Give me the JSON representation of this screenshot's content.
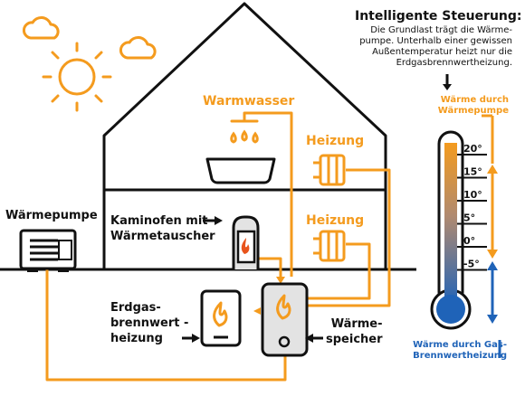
{
  "header": {
    "title": "Intelligente Steuerung:",
    "lines": [
      "Die Grundlast trägt die Wärme-",
      "pumpe. Unterhalb einer gewissen",
      "Außentemperatur heizt nur die",
      "Erdgasbrennwertheizung."
    ]
  },
  "labels": {
    "warmwasser": "Warmwasser",
    "heizung_oben": "Heizung",
    "heizung_unten": "Heizung",
    "waermepumpe": "Wärmepumpe",
    "kaminofen": [
      "Kaminofen mit",
      "Wärmetauscher"
    ],
    "erdgas": [
      "Erdgas-",
      "brennwert -",
      "heizung"
    ],
    "speicher": [
      "Wärme-",
      "speicher"
    ],
    "waerme_wp": [
      "Wärme durch",
      "Wärmepumpe"
    ],
    "waerme_gas": [
      "Wärme durch Gas-",
      "Brennwertheizung"
    ]
  },
  "thermometer": {
    "scale": [
      "20°",
      "15°",
      "10°",
      "5°",
      "0°",
      "-5°"
    ]
  },
  "colors": {
    "orange": "#f49b1e",
    "blue": "#1f63b8",
    "dark": "#111111",
    "flame": "#e8541c"
  }
}
